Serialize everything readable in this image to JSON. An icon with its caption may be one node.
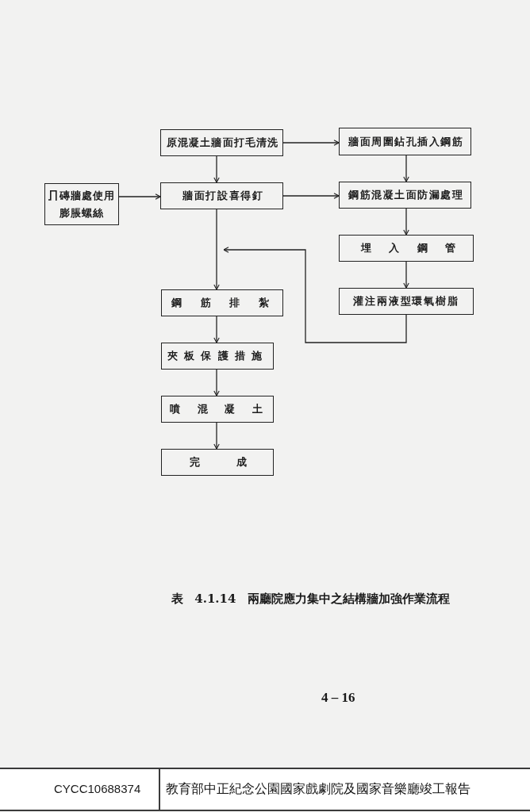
{
  "diagram": {
    "caption": "表 4.1.14 兩廳院應力集中之結構牆加強作業流程",
    "nodes": [
      {
        "text": [
          "原混凝土牆面打毛清洗"
        ]
      },
      {
        "text": [
          "牆面周圍鉆孔插入鋼筋"
        ]
      },
      {
        "text": [
          "磚牆處使用膨脹螺絲"
        ]
      },
      {
        "text": [
          "牆面打設喜得釘"
        ]
      },
      {
        "text": [
          "鋼筋混凝土面防漏處理"
        ]
      },
      {
        "text": [
          "埋入鋼管"
        ]
      },
      {
        "text": [
          "鋼筋排紮"
        ]
      },
      {
        "text": [
          "灌注兩液型環氧樹脂"
        ]
      },
      {
        "text": [
          "夾板保護措施"
        ]
      },
      {
        "text": [
          "噴混凝土"
        ]
      },
      {
        "text": [
          "完成"
        ]
      }
    ],
    "edges": [
      {
        "from": 0,
        "to": 1,
        "arrow": "to"
      },
      {
        "from": 0,
        "to": 3,
        "arrow": "to"
      },
      {
        "from": 1,
        "to": 4,
        "arrow": "to"
      },
      {
        "from": 2,
        "to": 3,
        "arrow": "to"
      },
      {
        "from": 3,
        "to": 4,
        "arrow": "to"
      },
      {
        "from": 4,
        "to": 5,
        "arrow": "to"
      },
      {
        "from": 5,
        "to": 7,
        "arrow": "to"
      },
      {
        "from": 3,
        "to": 6,
        "arrow": "to"
      },
      {
        "from": 7,
        "to": 6,
        "arrow": "to"
      },
      {
        "from": 6,
        "to": 8,
        "arrow": "to"
      },
      {
        "from": 8,
        "to": 9,
        "arrow": "to"
      },
      {
        "from": 9,
        "to": 10,
        "arrow": "to"
      }
    ],
    "labels": [
      "4 – 16",
      "CYCC10688374",
      "教育部中正紀念公園國家戲劇院及國家音樂廳竣工報告"
    ]
  }
}
